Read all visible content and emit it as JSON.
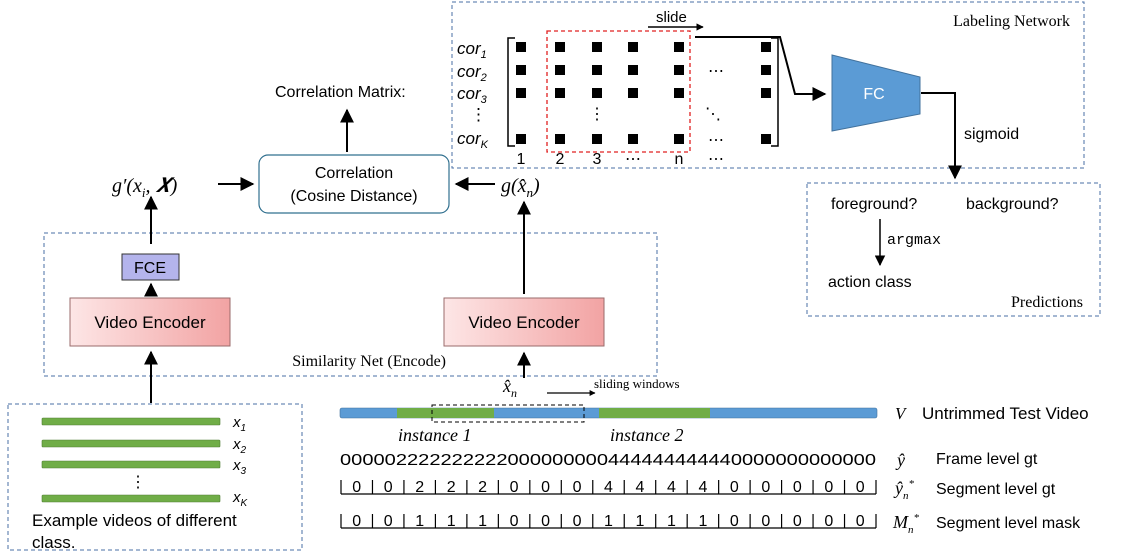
{
  "labeling_network": {
    "title": "Labeling Network",
    "slide_label": "slide",
    "row_labels": [
      "cor",
      "cor",
      "cor",
      "⋮",
      "cor"
    ],
    "row_subscripts": [
      "1",
      "2",
      "3",
      "",
      "K"
    ],
    "col_labels": [
      "1",
      "2",
      "3",
      "⋯",
      "n",
      "⋯"
    ],
    "fc_label": "FC",
    "sigmoid_label": "sigmoid",
    "fc_color": "#5b9bd5"
  },
  "correlation_matrix_label": "Correlation Matrix:",
  "correlation_box": {
    "line1": "Correlation",
    "line2": "(Cosine Distance)"
  },
  "g_prime_label": "g′(x",
  "g_prime_sub": "i",
  "g_prime_tail": ", 𝑿)",
  "g_hat_label": "g(x̂",
  "g_hat_sub": "n",
  "g_hat_tail": ")",
  "predictions": {
    "title": "Predictions",
    "foreground": "foreground?",
    "background": "background?",
    "argmax": "argmax",
    "action_class": "action class"
  },
  "similarity_net": {
    "title": "Similarity Net (Encode)",
    "fce": "FCE",
    "left_encoder": "Video Encoder",
    "right_encoder": "Video Encoder"
  },
  "x_hat_label": "x̂",
  "x_hat_sub": "n",
  "sliding_windows": "sliding windows",
  "examples": {
    "bar_labels": [
      "x",
      "x",
      "x",
      "x"
    ],
    "bar_subscripts": [
      "1",
      "2",
      "3",
      "K"
    ],
    "dots": "⋮",
    "caption_line1": "Example videos of different",
    "caption_line2": "class."
  },
  "video_bar": {
    "symbol": "V",
    "label": "Untrimmed Test Video",
    "instance1": "instance 1",
    "instance2": "instance 2",
    "blue": "#5b9bd5",
    "green": "#70ad47"
  },
  "frame_gt": {
    "digits": "000002222222222000000000444444444440000000000000",
    "symbol": "ŷ",
    "label": "Frame level gt"
  },
  "segment_gt": {
    "values": [
      "0",
      "0",
      "2",
      "2",
      "2",
      "0",
      "0",
      "0",
      "4",
      "4",
      "4",
      "4",
      "0",
      "0",
      "0",
      "0",
      "0"
    ],
    "symbol": "ŷ",
    "symbol_sub": "n",
    "symbol_sup": "*",
    "label": "Segment level gt"
  },
  "segment_mask": {
    "values": [
      "0",
      "0",
      "1",
      "1",
      "1",
      "0",
      "0",
      "0",
      "1",
      "1",
      "1",
      "1",
      "0",
      "0",
      "0",
      "0",
      "0"
    ],
    "symbol": "M",
    "symbol_sub": "n",
    "symbol_sup": "*",
    "label": "Segment level mask"
  }
}
